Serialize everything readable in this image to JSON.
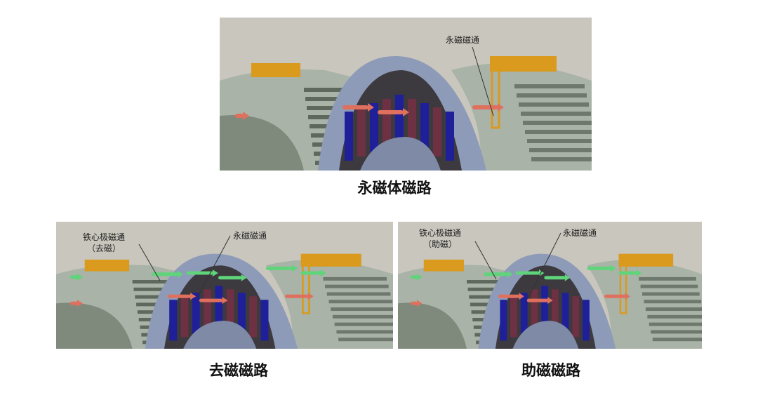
{
  "top": {
    "label_pm_flux": "永磁磁通",
    "caption": "永磁体磁路"
  },
  "bottom_left": {
    "label_core_flux": "铁心极磁通",
    "label_core_mode": "（去磁）",
    "label_pm_flux": "永磁磁通",
    "caption": "去磁磁路"
  },
  "bottom_right": {
    "label_core_flux": "铁心极磁通",
    "label_core_mode": "（助磁）",
    "label_pm_flux": "永磁磁通",
    "caption": "助磁磁路"
  },
  "colors": {
    "stator": "#a9b3a7",
    "rotor": "#8d9bb8",
    "magnet_blue": "#1f1f9a",
    "magnet_red": "#6e3043",
    "coil": "#d99a1e",
    "pm_arrow": "#e0705e",
    "core_arrow": "#5fd47a"
  }
}
